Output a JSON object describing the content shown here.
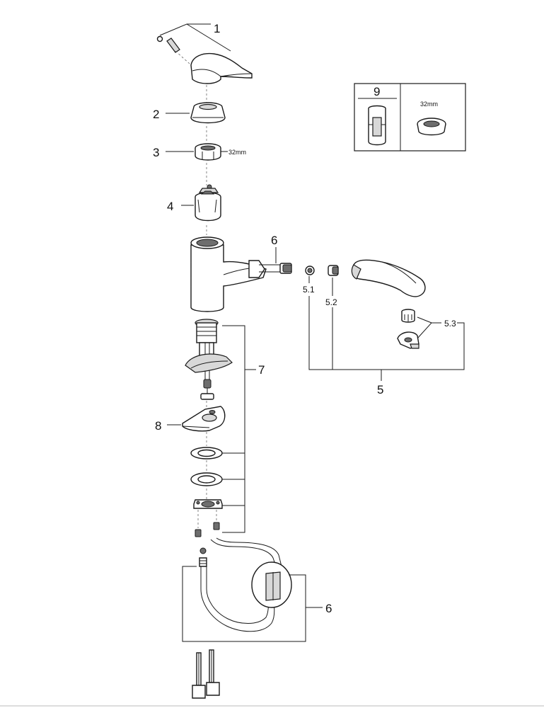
{
  "labels": {
    "p1": "1",
    "p2": "2",
    "p3": "3",
    "p4": "4",
    "p5": "5",
    "p5_1": "5.1",
    "p5_2": "5.2",
    "p5_3": "5.3",
    "p6_top": "6",
    "p6_bottom": "6",
    "p7": "7",
    "p8": "8",
    "p9": "9"
  },
  "dims": {
    "p3_size": "32mm",
    "p9_size": "32mm"
  }
}
